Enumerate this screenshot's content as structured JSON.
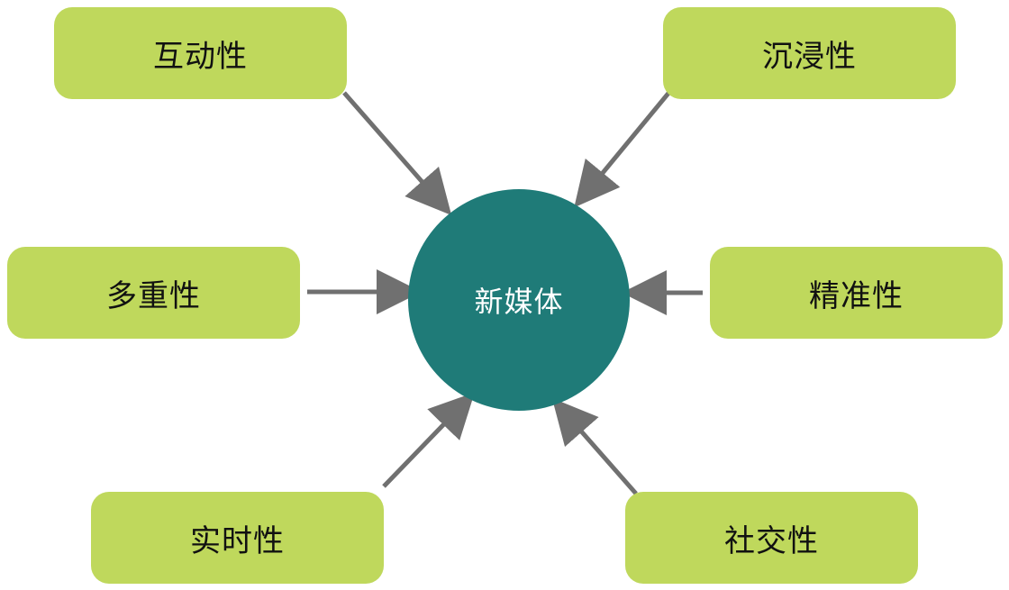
{
  "diagram": {
    "center": {
      "label": "新媒体"
    },
    "nodes": [
      {
        "id": "interactivity",
        "label": "互动性"
      },
      {
        "id": "immersion",
        "label": "沉浸性"
      },
      {
        "id": "multiplicity",
        "label": "多重性"
      },
      {
        "id": "precision",
        "label": "精准性"
      },
      {
        "id": "realtime",
        "label": "实时性"
      },
      {
        "id": "social",
        "label": "社交性"
      }
    ]
  },
  "colors": {
    "node_fill": "#bfd85c",
    "center_fill": "#1f7b78",
    "center_text": "#ffffff",
    "arrow": "#707070"
  }
}
